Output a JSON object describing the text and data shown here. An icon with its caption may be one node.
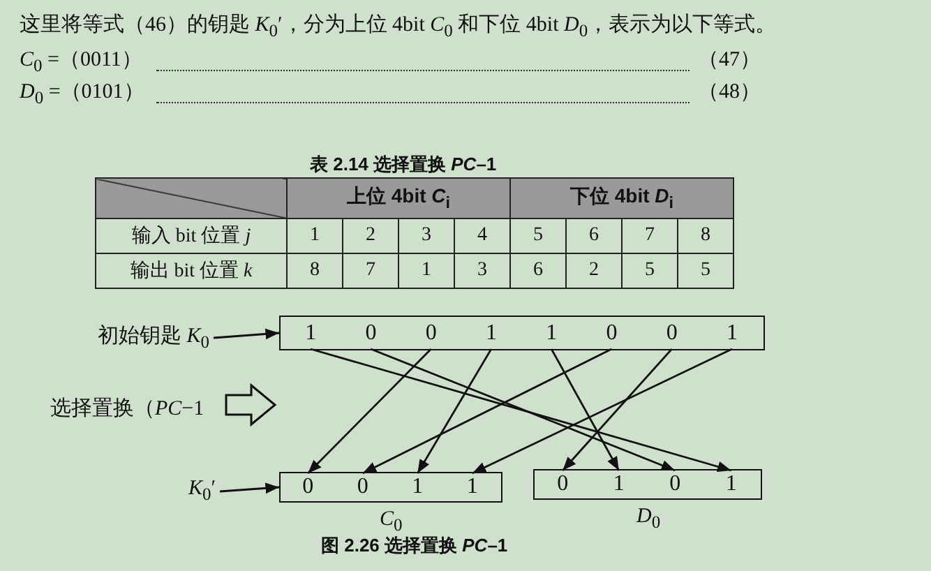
{
  "diagram": {
    "caption": "图 2.26 选择置换 *PC*–1",
    "nodes": [
      {
        "text": [
          "初始钥匙 *K*$_{0}$"
        ]
      },
      {
        "text": [],
        "shape": "box"
      },
      {
        "text": [
          "1"
        ],
        "in": 1
      },
      {
        "text": [
          "0"
        ],
        "in": 1
      },
      {
        "text": [
          "0"
        ],
        "in": 1
      },
      {
        "text": [
          "1"
        ],
        "in": 1
      },
      {
        "text": [
          "1"
        ],
        "in": 1
      },
      {
        "text": [
          "0"
        ],
        "in": 1
      },
      {
        "text": [
          "0"
        ],
        "in": 1
      },
      {
        "text": [
          "1"
        ],
        "in": 1
      },
      {
        "text": [
          "*K*$_{0}$′"
        ]
      },
      {
        "text": [
          "*C*$_{0}$"
        ]
      },
      {
        "text": [
          "0"
        ],
        "in": 11
      },
      {
        "text": [
          "0"
        ],
        "in": 11
      },
      {
        "text": [
          "1"
        ],
        "in": 11
      },
      {
        "text": [
          "1"
        ],
        "in": 11
      },
      {
        "text": [
          "*D*$_{0}$"
        ]
      },
      {
        "text": [
          "0"
        ],
        "in": 16
      },
      {
        "text": [
          "1"
        ],
        "in": 16
      },
      {
        "text": [
          "0"
        ],
        "in": 16
      },
      {
        "text": [
          "1"
        ],
        "in": 16
      }
    ],
    "edges": [
      {
        "from": 0,
        "to": 1,
        "arrow": "to"
      },
      {
        "from": 10,
        "to": 11,
        "arrow": "to"
      },
      {
        "from": 2,
        "to": 20,
        "arrow": "to"
      },
      {
        "from": 3,
        "to": 19,
        "arrow": "to"
      },
      {
        "from": 4,
        "to": 12,
        "arrow": "to"
      },
      {
        "from": 5,
        "to": 14,
        "arrow": "to"
      },
      {
        "from": 6,
        "to": 18,
        "arrow": "to"
      },
      {
        "from": 7,
        "to": 13,
        "arrow": "to"
      },
      {
        "from": 8,
        "to": 17,
        "arrow": "to"
      },
      {
        "from": 9,
        "to": 15,
        "arrow": "to"
      }
    ],
    "labels": [
      "这里将等式（46）的钥匙 *K*$_{0}$′，分为上位 4bit *C*$_{0}$ 和下位 4bit *D*$_{0}$，表示为以下等式。",
      "*C*$_{0}$ =（0011）",
      "（47）",
      "*D*$_{0}$ =（0101）",
      "（48）",
      "表 2.14 选择置换 *PC*–1",
      "上位 4bit *C*$_{i}$",
      "下位 4bit *D*$_{i}$",
      "输入 bit 位置 *j*",
      "1",
      "2",
      "3",
      "4",
      "5",
      "6",
      "7",
      "8",
      "输出 bit 位置 *k*",
      "8",
      "7",
      "1",
      "3",
      "6",
      "2",
      "5",
      "5",
      "选择置换（*PC*−1"
    ]
  }
}
